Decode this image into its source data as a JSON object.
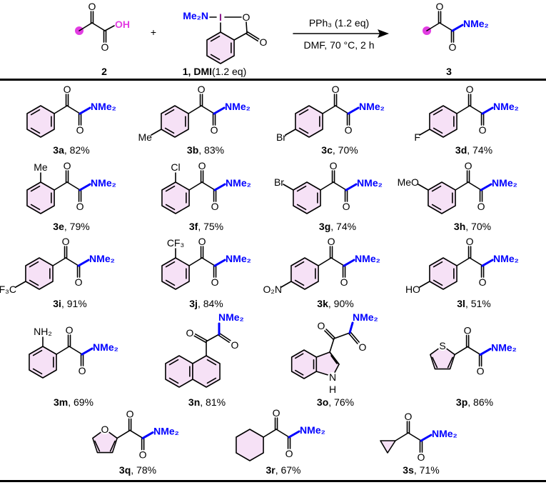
{
  "colors": {
    "amine": "#0000ff",
    "iodine": "#8b1a8b",
    "dot": "#e23de2",
    "ring_fill": "#f6e1f6"
  },
  "atoms": {
    "O": "O",
    "OH": "OH",
    "NMe2": "NMe₂",
    "Me2N": "Me₂N",
    "I": "I",
    "S": "S",
    "N": "N",
    "H": "H"
  },
  "scheme": {
    "reactant_label": "2",
    "plus": "+",
    "reagent_label_bold": "1, DMI",
    "reagent_label_rest": " (1.2 eq)",
    "condition_top": "PPh₃ (1.2 eq)",
    "condition_bottom": "DMF, 70 °C, 2 h",
    "product_label": "3"
  },
  "label_separator": ", ",
  "compounds": [
    {
      "id": "3a",
      "yield": "82%",
      "type": "aryl",
      "sub": null,
      "pos": null
    },
    {
      "id": "3b",
      "yield": "83%",
      "type": "aryl",
      "sub": "Me",
      "pos": "para"
    },
    {
      "id": "3c",
      "yield": "70%",
      "type": "aryl",
      "sub": "Br",
      "pos": "para"
    },
    {
      "id": "3d",
      "yield": "74%",
      "type": "aryl",
      "sub": "F",
      "pos": "para"
    },
    {
      "id": "3e",
      "yield": "79%",
      "type": "aryl",
      "sub": "Me",
      "pos": "ortho"
    },
    {
      "id": "3f",
      "yield": "75%",
      "type": "aryl",
      "sub": "Cl",
      "pos": "ortho"
    },
    {
      "id": "3g",
      "yield": "74%",
      "type": "aryl",
      "sub": "Br",
      "pos": "meta"
    },
    {
      "id": "3h",
      "yield": "70%",
      "type": "aryl",
      "sub": "MeO",
      "pos": "meta"
    },
    {
      "id": "3i",
      "yield": "91%",
      "type": "aryl",
      "sub": "F₃C",
      "pos": "para"
    },
    {
      "id": "3j",
      "yield": "84%",
      "type": "aryl",
      "sub": "CF₃",
      "pos": "ortho"
    },
    {
      "id": "3k",
      "yield": "90%",
      "type": "aryl",
      "sub": "O₂N",
      "pos": "para"
    },
    {
      "id": "3l",
      "yield": "51%",
      "type": "aryl",
      "sub": "HO",
      "pos": "para"
    },
    {
      "id": "3m",
      "yield": "69%",
      "type": "aryl",
      "sub": "NH₂",
      "pos": "ortho"
    },
    {
      "id": "3n",
      "yield": "81%",
      "type": "naphthyl",
      "sub": null,
      "pos": null
    },
    {
      "id": "3o",
      "yield": "76%",
      "type": "indolyl",
      "sub": null,
      "pos": null
    },
    {
      "id": "3p",
      "yield": "86%",
      "type": "thienyl",
      "sub": null,
      "pos": null
    },
    {
      "id": "3q",
      "yield": "78%",
      "type": "furyl",
      "sub": null,
      "pos": null
    },
    {
      "id": "3r",
      "yield": "67%",
      "type": "cyclohexyl",
      "sub": null,
      "pos": null
    },
    {
      "id": "3s",
      "yield": "71%",
      "type": "cyclopropyl",
      "sub": null,
      "pos": null
    }
  ]
}
